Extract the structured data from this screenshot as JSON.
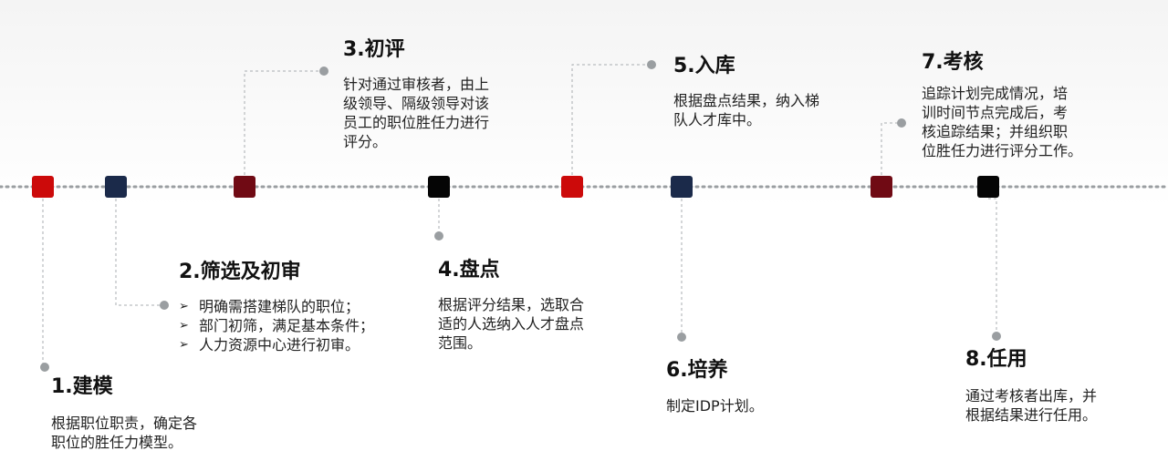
{
  "colors": {
    "red": "#cc0a0a",
    "navy": "#1b2a4a",
    "maroon": "#700a14",
    "black": "#050505",
    "dot": "#9a9ea1",
    "connector": "#a9adb0"
  },
  "steps": [
    {
      "title": "1.建模",
      "color": "red",
      "body": [
        "根据职位职责，确定各",
        "职位的胜任力模型。"
      ]
    },
    {
      "title": "2.筛选及初审",
      "color": "navy",
      "bullets": [
        "明确需搭建梯队的职位；",
        "部门初筛，满足基本条件；",
        "人力资源中心进行初审。"
      ]
    },
    {
      "title": "3.初评",
      "color": "maroon",
      "body": [
        "针对通过审核者，由上",
        "级领导、隔级领导对该",
        "员工的职位胜任力进行",
        "评分。"
      ]
    },
    {
      "title": "4.盘点",
      "color": "black",
      "body": [
        "根据评分结果，选取合",
        "适的人选纳入人才盘点",
        "范围。"
      ]
    },
    {
      "title": "5.入库",
      "color": "red",
      "body": [
        "根据盘点结果，纳入梯",
        "队人才库中。"
      ]
    },
    {
      "title": "6.培养",
      "color": "navy",
      "body": [
        "制定IDP计划。"
      ]
    },
    {
      "title": "7.考核",
      "color": "maroon",
      "body": [
        "追踪计划完成情况，培",
        "训时间节点完成后，考",
        "核追踪结果；并组织职",
        "位胜任力进行评分工作。"
      ]
    },
    {
      "title": "8.任用",
      "color": "black",
      "body": [
        "通过考核者出库，并",
        "根据结果进行任用。"
      ]
    }
  ]
}
